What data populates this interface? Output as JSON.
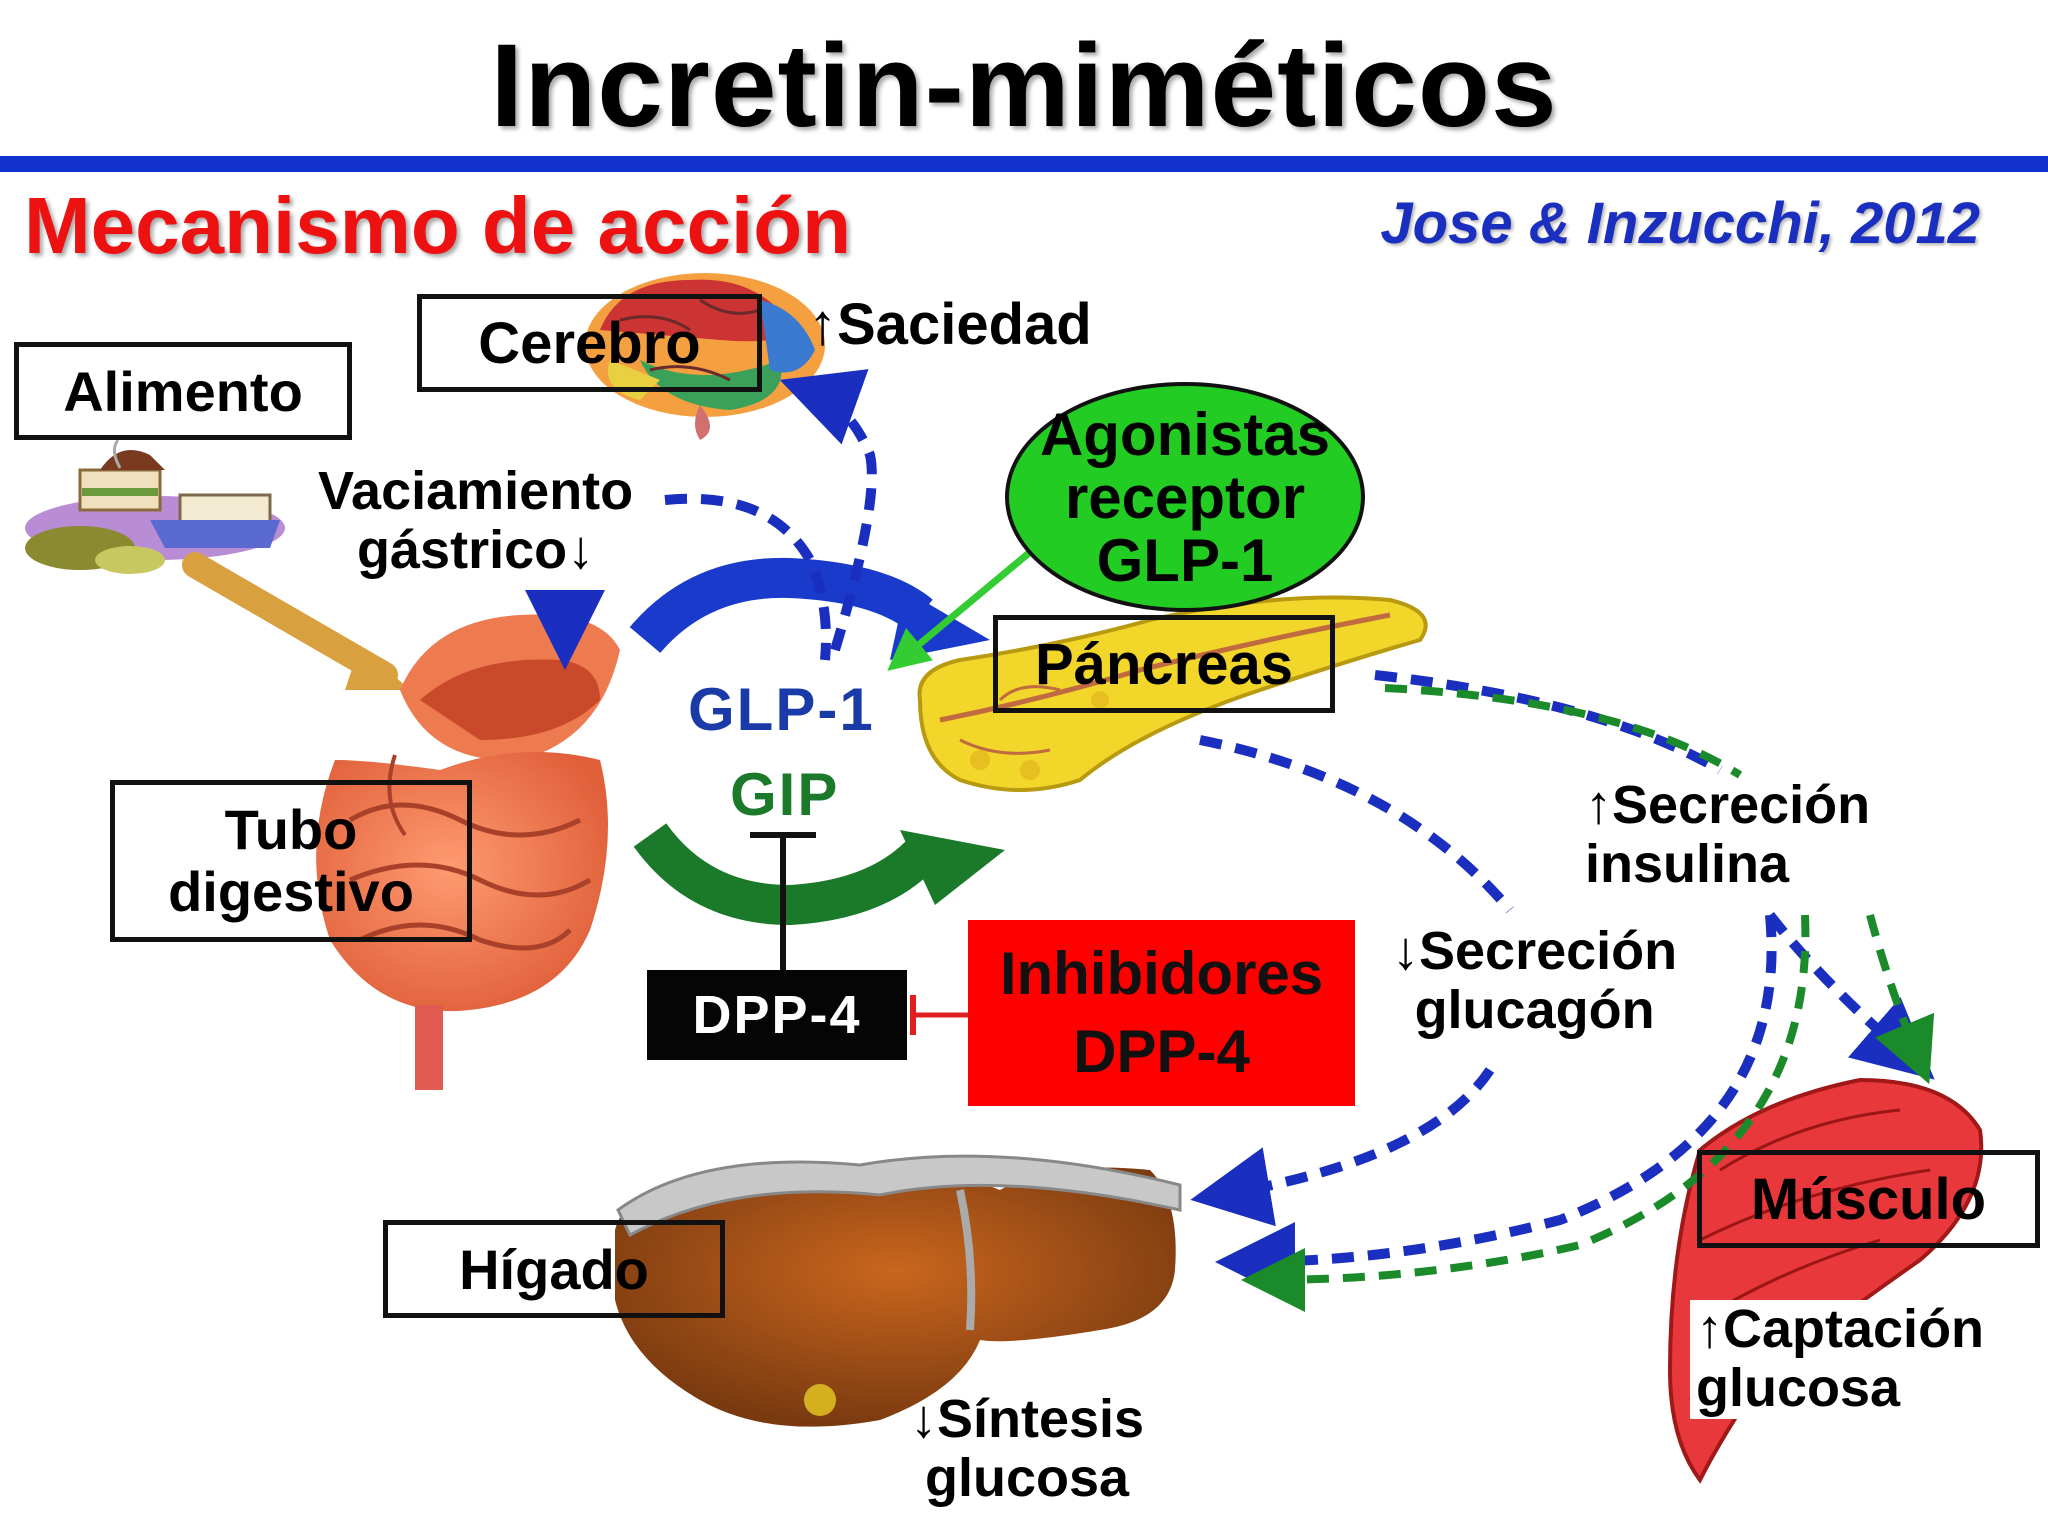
{
  "title": "Incretin-miméticos",
  "subtitle": "Mecanismo de acción",
  "citation": "Jose & Inzucchi, 2012",
  "organs": {
    "brain": "Cerebro",
    "food": "Alimento",
    "gut": [
      "Tubo",
      "digestivo"
    ],
    "pancreas": "Páncreas",
    "liver": "Hígado",
    "muscle": "Músculo"
  },
  "effects": {
    "satiety": "↑Saciedad",
    "gastric_emptying": [
      "Vaciamiento",
      "gástrico↓"
    ],
    "insulin": [
      "↑Secreción",
      "insulina"
    ],
    "glucagon": [
      "↓Secreción",
      "glucagón"
    ],
    "glucose_uptake": [
      "↑Captación",
      "glucosa"
    ],
    "glucose_synthesis": [
      "↓Síntesis",
      "glucosa"
    ]
  },
  "hormones": {
    "glp1": "GLP-1",
    "gip": "GIP",
    "dpp4": "DPP-4"
  },
  "drugs": {
    "glp1_agonists": [
      "Agonistas",
      "receptor",
      "GLP-1"
    ],
    "dpp4_inhibitors": [
      "Inhibidores",
      "DPP-4"
    ]
  },
  "colors": {
    "rule": "#1133cc",
    "subtitle": "#ee1111",
    "citation": "#1a2fbf",
    "agonist_fill": "#22cc22",
    "inhibitor_fill": "#ff0000",
    "blue_arrow": "#1a2fbf",
    "green_arrow": "#1a8a2a",
    "glp1_text": "#1a3aa8",
    "gip_text": "#1a7a2a"
  }
}
